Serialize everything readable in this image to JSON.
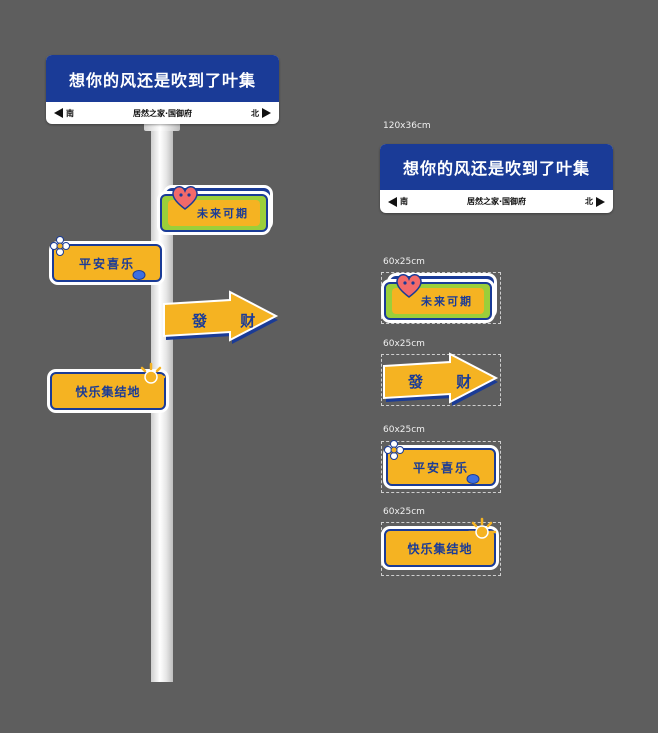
{
  "street_sign": {
    "title": "想你的风还是吹到了叶集",
    "left_dir": "南",
    "place": "居然之家·国御府",
    "right_dir": "北"
  },
  "signs": {
    "future": "未来可期",
    "fortune": "發 财",
    "peace": "平安喜乐",
    "happy": "快乐集结地"
  },
  "sizes": {
    "street": "120x36cm",
    "future": "60x25cm",
    "fortune": "60x25cm",
    "peace": "60x25cm",
    "happy": "60x25cm"
  },
  "colors": {
    "background": "#5e5e5e",
    "navy": "#1a3b97",
    "yellow": "#f5b322",
    "green": "#9bcf3a"
  }
}
